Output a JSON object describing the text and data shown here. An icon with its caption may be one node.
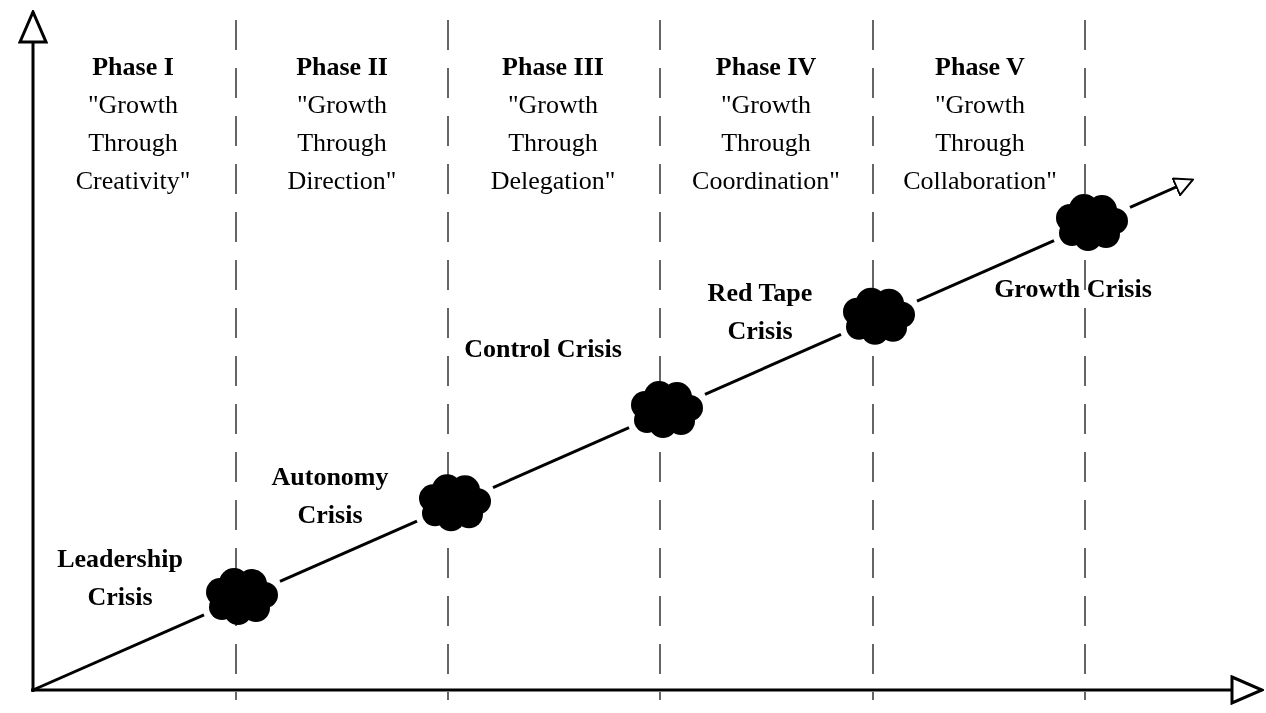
{
  "diagram": {
    "nodes": [
      {
        "text": [],
        "shape": "cloud",
        "beside": [
          "Leadership Crisis"
        ]
      },
      {
        "text": [],
        "shape": "cloud",
        "beside": [
          "Autonomy Crisis"
        ]
      },
      {
        "text": [],
        "shape": "cloud",
        "beside": [
          "Control Crisis"
        ]
      },
      {
        "text": [],
        "shape": "cloud",
        "beside": [
          "Red Tape Crisis"
        ]
      },
      {
        "text": [],
        "shape": "cloud",
        "beside": [
          "Growth Crisis"
        ]
      }
    ],
    "edges": [
      {
        "from": null,
        "to": 0,
        "arrow": "none"
      },
      {
        "from": 0,
        "to": 1,
        "arrow": "none"
      },
      {
        "from": 1,
        "to": 2,
        "arrow": "none"
      },
      {
        "from": 2,
        "to": 3,
        "arrow": "none"
      },
      {
        "from": 3,
        "to": 4,
        "arrow": "none"
      },
      {
        "from": 4,
        "to": null,
        "arrow": "to"
      }
    ],
    "labels": [
      "Phase I",
      "\"Growth Through Creativity\"",
      "Phase II",
      "\"Growth Through Direction\"",
      "Phase III",
      "\"Growth Through Delegation\"",
      "Phase IV",
      "\"Growth Through Coordination\"",
      "Phase V",
      "\"Growth Through Collaboration\""
    ]
  }
}
